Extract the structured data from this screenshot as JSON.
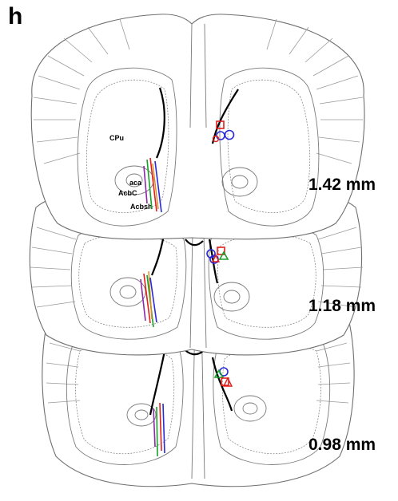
{
  "panel_letter": "h",
  "levels": [
    {
      "label": "1.42 mm"
    },
    {
      "label": "1.18 mm"
    },
    {
      "label": "0.98 mm"
    }
  ],
  "regions": [
    "CPu",
    "aca",
    "AcbC",
    "Acbsh"
  ],
  "colors": {
    "red": "#e0201c",
    "green": "#17a02a",
    "blue": "#2a2ad8",
    "purple": "#8a2aa8",
    "outline": "#6f6f6f"
  },
  "marker_types": [
    "circle",
    "square",
    "triangle"
  ]
}
